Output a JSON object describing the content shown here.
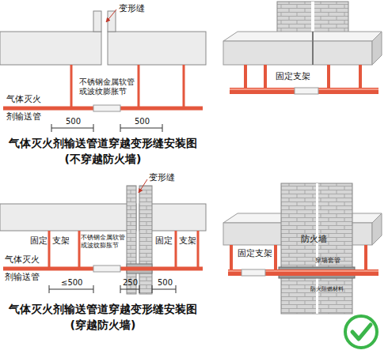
{
  "diagram": {
    "labels": [
      "变形缝",
      "不锈钢金属软管 或波纹膨胀节",
      "气体灭火 剂输送管",
      "500",
      "500",
      "气体灭火剂输送管道穿越变形缝安装图",
      "(不穿越防火墙)",
      "固定支架",
      "变形缝",
      "固定",
      "支架",
      "固定",
      "支架",
      "不锈钢金属软管 或波纹膨胀节",
      "气体灭火 剂输送管",
      "≤500",
      "250",
      "500",
      "气体灭火剂输送管道穿越变形缝安装图",
      "(穿越防火墙)",
      "固定支架",
      "防火墙",
      "穿墙套管",
      "防火阻燃材料"
    ]
  }
}
